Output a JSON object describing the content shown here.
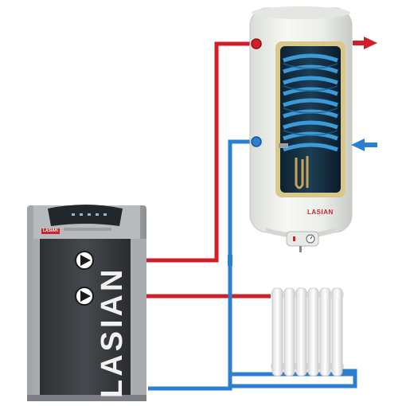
{
  "boiler": {
    "brand": "LASIAN",
    "badge": "LASIAN"
  },
  "water_heater": {
    "brand": "LASIAN"
  },
  "colors": {
    "hot_pipe": "#d11f2a",
    "cold_pipe": "#2b7fd1",
    "boiler_body": "#3a3d40",
    "boiler_trim": "#b9bcbf",
    "tank_body": "#eef0ec",
    "coil": "#2f89c7"
  },
  "icons": {
    "hot_outlet": "arrow-right-icon",
    "cold_inlet": "arrow-left-icon",
    "pump_upper": "pump-play-icon",
    "pump_lower": "pump-play-icon"
  }
}
